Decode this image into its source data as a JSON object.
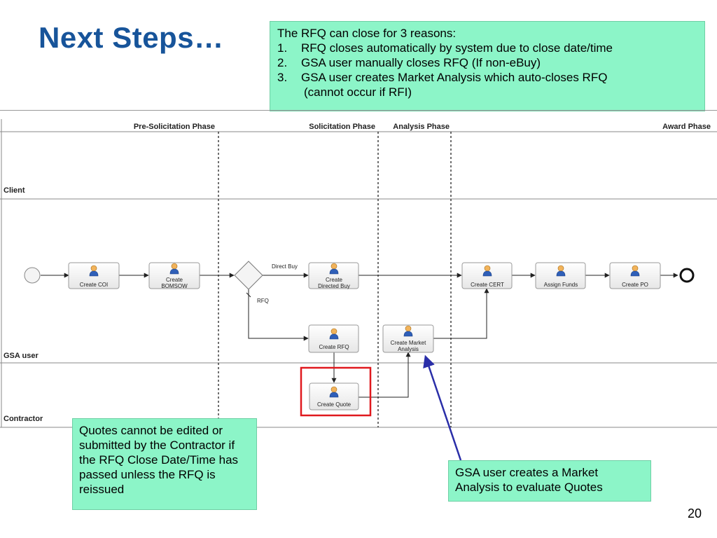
{
  "title": "Next Steps…",
  "page_number": "20",
  "callouts": {
    "reasons": {
      "heading": "The RFQ can close for 3 reasons:",
      "items": [
        {
          "num": "1.",
          "text": "RFQ closes automatically by system due to close date/time"
        },
        {
          "num": "2.",
          "text": "GSA user manually closes RFQ (If non-eBuy)"
        },
        {
          "num": "3.",
          "text": "GSA user creates Market Analysis which auto-closes RFQ"
        }
      ],
      "continuation": "(cannot occur if RFI)"
    },
    "quotes_note": "Quotes cannot be edited or submitted by the Contractor if the RFQ Close Date/Time has passed unless the RFQ is reissued",
    "market_note": "GSA user creates a Market Analysis to evaluate Quotes"
  },
  "diagram": {
    "phases": [
      "Pre-Solicitation Phase",
      "Solicitation Phase",
      "Analysis Phase",
      "Award Phase"
    ],
    "lanes": [
      "Client",
      "GSA user",
      "Contractor"
    ],
    "tasks": {
      "create_coi": [
        "Create COI"
      ],
      "create_bomsow": [
        "Create",
        "BOMSOW"
      ],
      "create_directed_buy": [
        "Create",
        "Directed Buy"
      ],
      "create_cert": [
        "Create CERT"
      ],
      "assign_funds": [
        "Assign Funds"
      ],
      "create_po": [
        "Create PO"
      ],
      "create_rfq": [
        "Create RFQ"
      ],
      "create_market_analysis": [
        "Create Market",
        "Analysis"
      ],
      "create_quote": [
        "Create Quote"
      ]
    },
    "edge_labels": {
      "direct_buy": "Direct Buy",
      "rfq": "RFQ"
    },
    "colors": {
      "highlight": "#e0191e",
      "pointer": "#2a2ea8",
      "callout": "#8cf5c8",
      "title": "#17549a"
    }
  }
}
